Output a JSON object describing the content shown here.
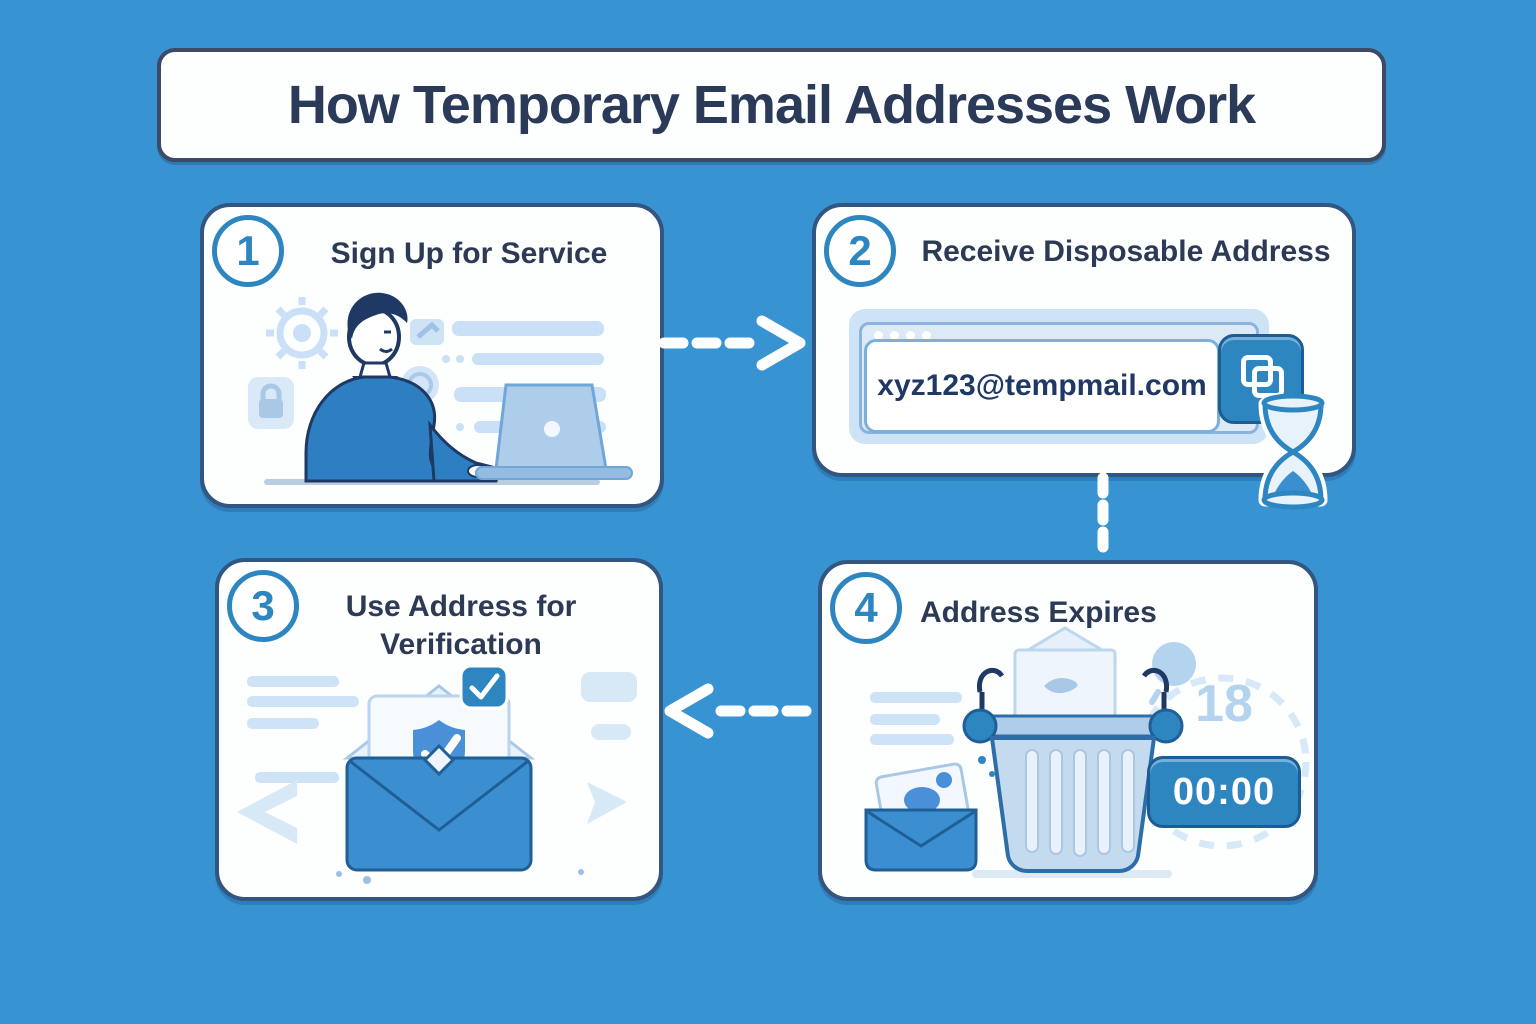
{
  "title": "How Temporary Email Addresses Work",
  "steps": [
    {
      "number": "1",
      "title": "Sign Up for Service"
    },
    {
      "number": "2",
      "title": "Receive Disposable Address",
      "email_address": "xyz123@tempmail.com"
    },
    {
      "number": "3",
      "title": "Use Address for Verification"
    },
    {
      "number": "4",
      "title": "Address Expires",
      "countdown_start": "18",
      "timer_value": "00:00"
    }
  ],
  "flow": [
    {
      "from": "1",
      "to": "2",
      "connector": "dashed-arrow-right"
    },
    {
      "from": "2",
      "to": "4",
      "connector": "dashed-line-down"
    },
    {
      "from": "4",
      "to": "3",
      "connector": "dashed-arrow-left"
    }
  ],
  "icons": {
    "copy-icon": "⧉",
    "hourglass-icon": "⌛",
    "trash-icon": "🗑",
    "envelope-icon": "✉",
    "shield-check-icon": "✓",
    "lock-icon": "🔒",
    "gear-icon": "⚙"
  },
  "colors": {
    "background": "#3793d2",
    "card_background": "#fdfefe",
    "card_border": "#32567f",
    "heading_text": "#2c3a59",
    "accent_blue": "#2e86c1",
    "light_blue": "#cfe3f6",
    "email_text": "#1f3864",
    "connector_white": "#ffffff"
  }
}
